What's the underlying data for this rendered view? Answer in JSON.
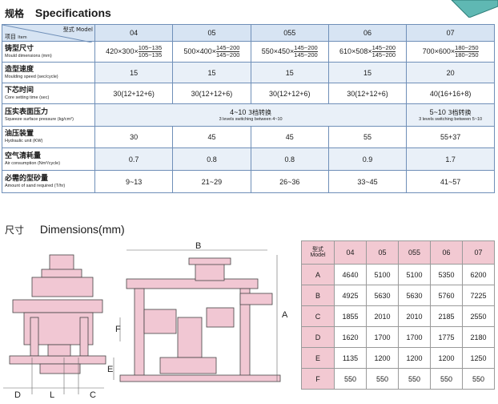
{
  "spec": {
    "title_cn": "规格",
    "title_en": "Specifications",
    "header": {
      "model_cn": "型式",
      "model_en": "Model",
      "item_cn": "项目",
      "item_en": "Item",
      "models": [
        "04",
        "05",
        "055",
        "06",
        "07"
      ]
    },
    "rows": [
      {
        "cn": "铸型尺寸",
        "en": "Mould dimensions (mm)"
      },
      {
        "cn": "造型速度",
        "en": "Moulding speed (sec/cycle)"
      },
      {
        "cn": "下芯时间",
        "en": "Core setting time (sec)"
      },
      {
        "cn": "压实表面压力",
        "en": "Squeeze surface pressure (kg/cm²)"
      },
      {
        "cn": "油压装置",
        "en": "Hydraulic unit (KW)"
      },
      {
        "cn": "空气清耗量",
        "en": "Air consumption (Nm³/cycle)"
      },
      {
        "cn": "必需的型砂量",
        "en": "Amount of sand required (T/hr)"
      }
    ],
    "mould": [
      {
        "base": "420×300×",
        "top": "105~135",
        "bottom": "105~135"
      },
      {
        "base": "500×400×",
        "top": "145~200",
        "bottom": "145~200"
      },
      {
        "base": "550×450×",
        "top": "145~200",
        "bottom": "145~200"
      },
      {
        "base": "610×508×",
        "top": "145~200",
        "bottom": "145~200"
      },
      {
        "base": "700×600×",
        "top": "180~250",
        "bottom": "180~250"
      }
    ],
    "speed": [
      "15",
      "15",
      "15",
      "15",
      "20"
    ],
    "core": [
      "30(12+12+6)",
      "30(12+12+6)",
      "30(12+12+6)",
      "30(12+12+6)",
      "40(16+16+8)"
    ],
    "pressure_a": {
      "main": "4~10",
      "cn": "3档转换",
      "en": "3 levels switching between 4~10"
    },
    "pressure_b": {
      "main": "5~10",
      "cn": "3档转换",
      "en": "3 levels switching between 5~10"
    },
    "hydraulic": [
      "30",
      "45",
      "45",
      "55",
      "55+37"
    ],
    "air": [
      "0.7",
      "0.8",
      "0.8",
      "0.9",
      "1.7"
    ],
    "sand": [
      "9~13",
      "21~29",
      "26~36",
      "33~45",
      "41~57"
    ]
  },
  "dimensions": {
    "title_cn": "尺寸",
    "title_en": "Dimensions(mm)",
    "header_cn": "型式",
    "header_en": "Model",
    "models": [
      "04",
      "05",
      "055",
      "06",
      "07"
    ],
    "rows": [
      {
        "label": "A",
        "values": [
          "4640",
          "5100",
          "5100",
          "5350",
          "6200"
        ]
      },
      {
        "label": "B",
        "values": [
          "4925",
          "5630",
          "5630",
          "5760",
          "7225"
        ]
      },
      {
        "label": "C",
        "values": [
          "1855",
          "2010",
          "2010",
          "2185",
          "2550"
        ]
      },
      {
        "label": "D",
        "values": [
          "1620",
          "1700",
          "1700",
          "1775",
          "2180"
        ]
      },
      {
        "label": "E",
        "values": [
          "1135",
          "1200",
          "1200",
          "1200",
          "1250"
        ]
      },
      {
        "label": "F",
        "values": [
          "550",
          "550",
          "550",
          "550",
          "550"
        ]
      }
    ],
    "drawing_labels": {
      "a": "A",
      "b": "B",
      "c": "C",
      "d": "D",
      "e": "E",
      "f": "F",
      "l": "L"
    }
  }
}
